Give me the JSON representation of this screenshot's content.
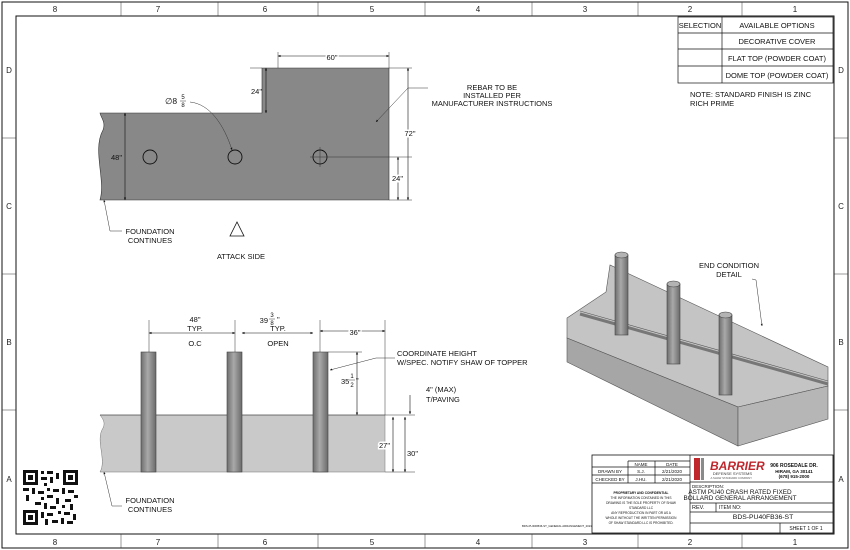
{
  "border": {
    "columns": [
      "8",
      "7",
      "6",
      "5",
      "4",
      "3",
      "2",
      "1"
    ],
    "rows": [
      "D",
      "C",
      "B",
      "A"
    ]
  },
  "options_table": {
    "headers": [
      "SELECTION",
      "AVAILABLE OPTIONS"
    ],
    "rows": [
      "DECORATIVE COVER",
      "FLAT TOP (POWDER COAT)",
      "DOME TOP (POWDER COAT)"
    ]
  },
  "note": {
    "line1": "NOTE: STANDARD FINISH IS ZINC",
    "line2": "RICH PRIME"
  },
  "plan_view": {
    "dim_top_width": "60\"",
    "dim_step_height": "24\"",
    "dim_total_height": "72\"",
    "dim_left_height": "48\"",
    "dim_right_low_height": "24\"",
    "hole_dia_whole": "∅8",
    "hole_dia_num": "5",
    "hole_dia_den": "8",
    "rebar_note_1": "REBAR TO BE",
    "rebar_note_2": "INSTALLED PER",
    "rebar_note_3": "MANUFACTURER INSTRUCTIONS",
    "foundation_1": "FOUNDATION",
    "foundation_2": "CONTINUES",
    "attack_side": "ATTACK SIDE"
  },
  "elevation_view": {
    "spacing_1": "48\"",
    "spacing_1_typ": "TYP.",
    "spacing_1_oc": "O.C",
    "spacing_2_whole": "39",
    "spacing_2_num": "3",
    "spacing_2_den": "8",
    "spacing_2_suffix": "\"",
    "spacing_2_typ": "TYP.",
    "spacing_2_open": "OPEN",
    "dim_36": "36\"",
    "height_note_1": "COORDINATE HEIGHT",
    "height_note_2": "W/SPEC. NOTIFY SHAW OF TOPPER",
    "height_whole": "35",
    "height_num": "1",
    "height_den": "2",
    "height_suffix": "\"",
    "max_paving_1": "4\" (MAX)",
    "max_paving_2": "T/PAVING",
    "dim_27": "27\"",
    "dim_30": "30\"",
    "foundation_1": "FOUNDATION",
    "foundation_2": "CONTINUES"
  },
  "iso_view": {
    "label_1": "END CONDITION",
    "label_2": "DETAIL"
  },
  "title_block": {
    "col_name": "NAME",
    "col_date": "DATE",
    "drawn_by_label": "DRAWN BY",
    "drawn_by_name": "S.J.",
    "drawn_by_date": "2/21/2020",
    "checked_by_label": "CHECKED BY",
    "checked_by_name": "J.HU.",
    "checked_by_date": "2/21/2020",
    "brand": "BARRIER",
    "brand_sub": "DEFENSE SYSTEMS",
    "brand_tag": "A SHAW STANDARD COMPANY",
    "address_1": "906 ROSEDALE DR.",
    "address_2": "HIRAM, GA 30141",
    "address_3": "(678) 915-2000",
    "confidential_1": "PROPRIETARY AND CONFIDENTIAL",
    "confidential_2": "THE INFORMATION CONTAINED IN THIS",
    "confidential_3": "DRAWING IS THE SOLE PROPERTY OF SHAW",
    "confidential_4": "STANDARD LLC",
    "confidential_5": "ANY REPRODUCTION IN PART OR AS A",
    "confidential_6": "WHOLE WITHOUT THE WRITTEN PERMISSION",
    "confidential_7": "OF SHAW STANDARD LLC IS PROHIBITED.",
    "description_label": "DESCRIPTION:",
    "description_1": "ASTM PU40 CRASH RATED FIXED",
    "description_2": "BOLLARD GENERAL ARRANGEMENT",
    "rev_label": "REV.",
    "item_no_label": "ITEM NO:",
    "item_no": "BDS-PU40FB36-ST",
    "sheet": "SHEET 1 OF 1",
    "footer_small": "BDS-PU40FB36-ST_GENERAL ARRANGEMENT_2021"
  },
  "colors": {
    "steel": "#888888",
    "concrete": "#c9c9c9",
    "iso_top": "#c4c4c4",
    "iso_side": "#a6a6a6",
    "brand_red": "#c0272d"
  },
  "icons": [
    "qr-code-icon",
    "barrier-logo-icon",
    "attack-arrow-icon"
  ]
}
